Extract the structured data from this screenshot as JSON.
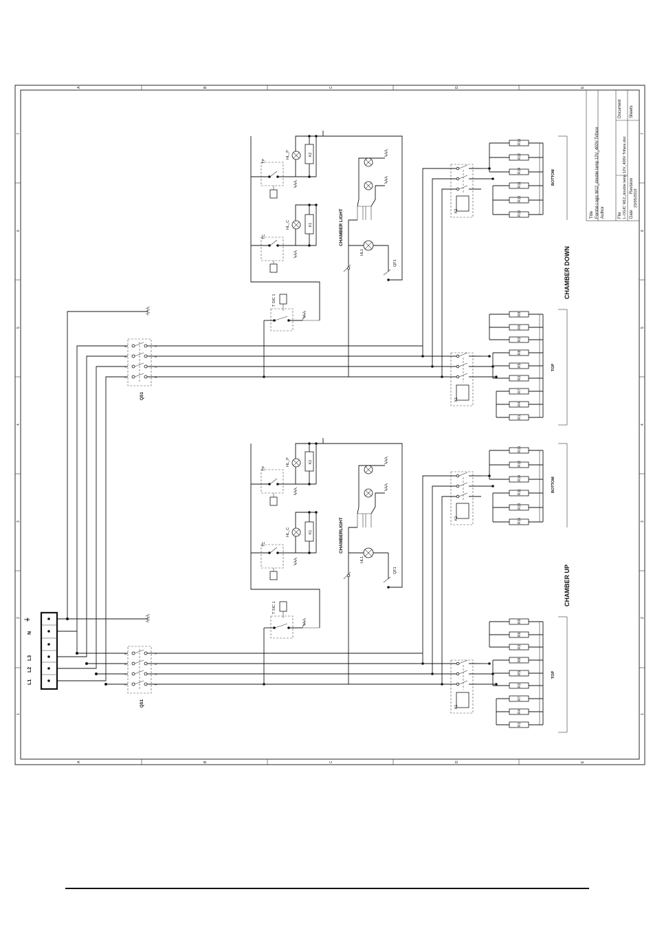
{
  "title_block": {
    "title_label": "Title",
    "title_value": "Forstal-Logic M12_double lamp 12V_400V Triface",
    "author_label": "Author",
    "file_label": "File",
    "file_value": "L-OGIC M12_double lamp 12V_400V Triface.doc",
    "date_label": "Date",
    "date_value": "23/05/2019",
    "revision_label": "Revision",
    "document_label": "Document",
    "sheets_label": "Sheets"
  },
  "frame": {
    "zone_letters": [
      "A",
      "B",
      "C",
      "D",
      "E"
    ],
    "zone_numbers": [
      "7",
      "6",
      "5",
      "4",
      "3",
      "2",
      "1"
    ]
  },
  "terminal": {
    "labels": [
      "N",
      "L3",
      "L2",
      "L1"
    ],
    "earth_symbol": "⏚"
  },
  "chambers": [
    {
      "key": "down",
      "name": "CHAMBER DOWN",
      "light_label": "CHAMBER LIGHT",
      "isolator": "QS1",
      "isolator_pins": [
        "1",
        "2",
        "3",
        "4",
        "5",
        "6",
        "7",
        "8"
      ],
      "safety_thermostat": "T SIC 1",
      "thermostat_top": "TP",
      "thermostat_bottom": "TC",
      "lamp_top": "HL_P",
      "lamp_bottom": "HL_C",
      "relay_top": "K2",
      "relay_bottom": "K1",
      "lamp_main": "HL1",
      "fuse": "QF1",
      "contactor_top": "K1",
      "contactor_bottom": "K2",
      "top_label": "TOP",
      "bottom_label": "BOTTOM",
      "top_resistors": [
        "R9",
        "R6",
        "R3",
        "R8",
        "R5",
        "R2",
        "R7",
        "R4",
        "R1"
      ],
      "bottom_resistors": [
        "R15",
        "R12",
        "R14",
        "R11",
        "R13",
        "R10"
      ]
    },
    {
      "key": "up",
      "name": "CHAMBER UP",
      "light_label": "CHAMBERLIGHT",
      "isolator": "QS1",
      "isolator_pins": [
        "1",
        "2",
        "3",
        "4",
        "5",
        "6",
        "7",
        "8"
      ],
      "safety_thermostat": "T SIC 1",
      "thermostat_top": "TP",
      "thermostat_bottom": "TC",
      "lamp_top": "HL_P",
      "lamp_bottom": "HL_C",
      "relay_top": "K2",
      "relay_bottom": "K1",
      "lamp_main": "HL1",
      "fuse": "QF1",
      "contactor_top": "K1",
      "contactor_bottom": "K2",
      "top_label": "TOP",
      "bottom_label": "BOTTOM",
      "top_resistors": [
        "R9",
        "R6",
        "R3",
        "R8",
        "R5",
        "R2",
        "R7",
        "R4",
        "R1"
      ],
      "bottom_resistors": [
        "R15",
        "R12",
        "R14",
        "R11",
        "R13",
        "R10"
      ]
    }
  ]
}
